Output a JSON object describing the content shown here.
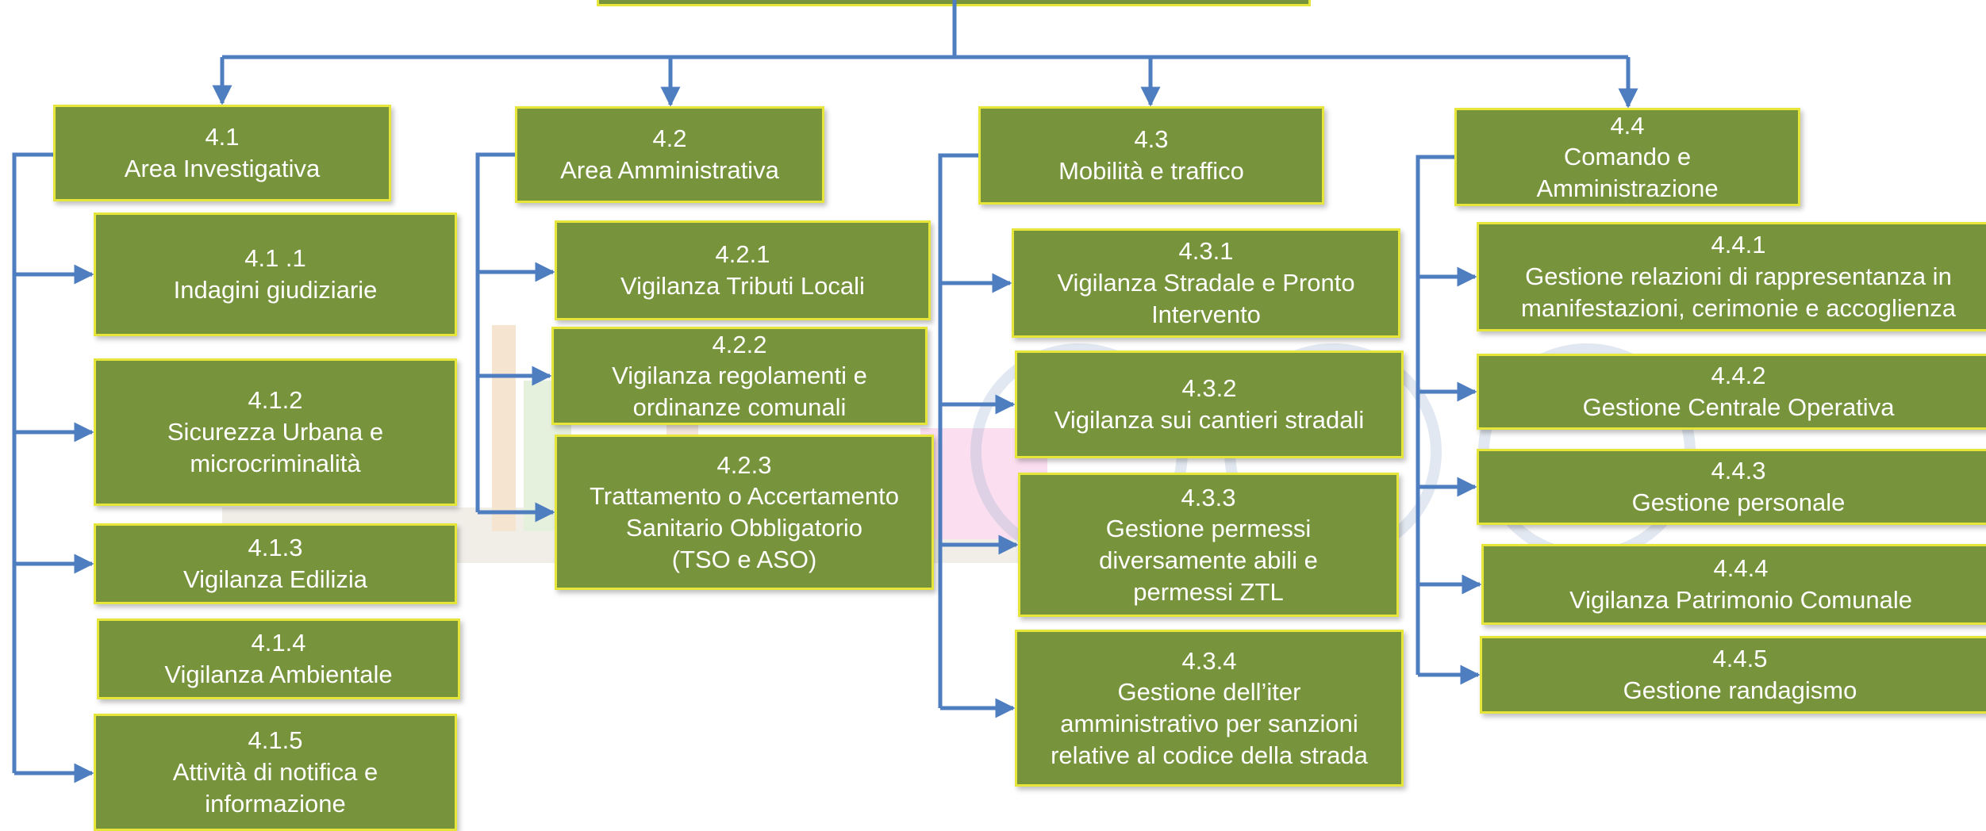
{
  "colors": {
    "box_fill": "#77933c",
    "box_border": "#e6e63a",
    "connector": "#4f7ec0"
  },
  "areas": [
    {
      "code": "4.1",
      "title": "Area Investigativa",
      "children": [
        {
          "code": "4.1 .1",
          "title": "Indagini giudiziarie"
        },
        {
          "code": "4.1.2",
          "title": "Sicurezza Urbana e\nmicrocriminalità"
        },
        {
          "code": "4.1.3",
          "title": "Vigilanza Edilizia"
        },
        {
          "code": "4.1.4",
          "title": "Vigilanza Ambientale"
        },
        {
          "code": "4.1.5",
          "title": "Attività di notifica e\ninformazione"
        }
      ]
    },
    {
      "code": "4.2",
      "title": "Area Amministrativa",
      "children": [
        {
          "code": "4.2.1",
          "title": "Vigilanza Tributi Locali"
        },
        {
          "code": "4.2.2",
          "title": "Vigilanza regolamenti e\nordinanze comunali"
        },
        {
          "code": "4.2.3",
          "title": "Trattamento o Accertamento\nSanitario Obbligatorio\n(TSO e ASO)"
        }
      ]
    },
    {
      "code": "4.3",
      "title": "Mobilità e traffico",
      "children": [
        {
          "code": "4.3.1",
          "title": "Vigilanza Stradale e Pronto\nIntervento"
        },
        {
          "code": "4.3.2",
          "title": "Vigilanza sui cantieri stradali"
        },
        {
          "code": "4.3.3",
          "title": "Gestione permessi\ndiversamente abili e\npermessi ZTL"
        },
        {
          "code": "4.3.4",
          "title": "Gestione dell’iter\namministrativo per sanzioni\nrelative al codice della strada"
        }
      ]
    },
    {
      "code": "4.4",
      "title": "Comando e\nAmministrazione",
      "children": [
        {
          "code": "4.4.1",
          "title": "Gestione relazioni di rappresentanza in\nmanifestazioni, cerimonie e accoglienza"
        },
        {
          "code": "4.4.2",
          "title": "Gestione Centrale Operativa"
        },
        {
          "code": "4.4.3",
          "title": "Gestione personale"
        },
        {
          "code": "4.4.4",
          "title": "Vigilanza Patrimonio Comunale"
        },
        {
          "code": "4.4.5",
          "title": "Gestione randagismo"
        }
      ]
    }
  ]
}
